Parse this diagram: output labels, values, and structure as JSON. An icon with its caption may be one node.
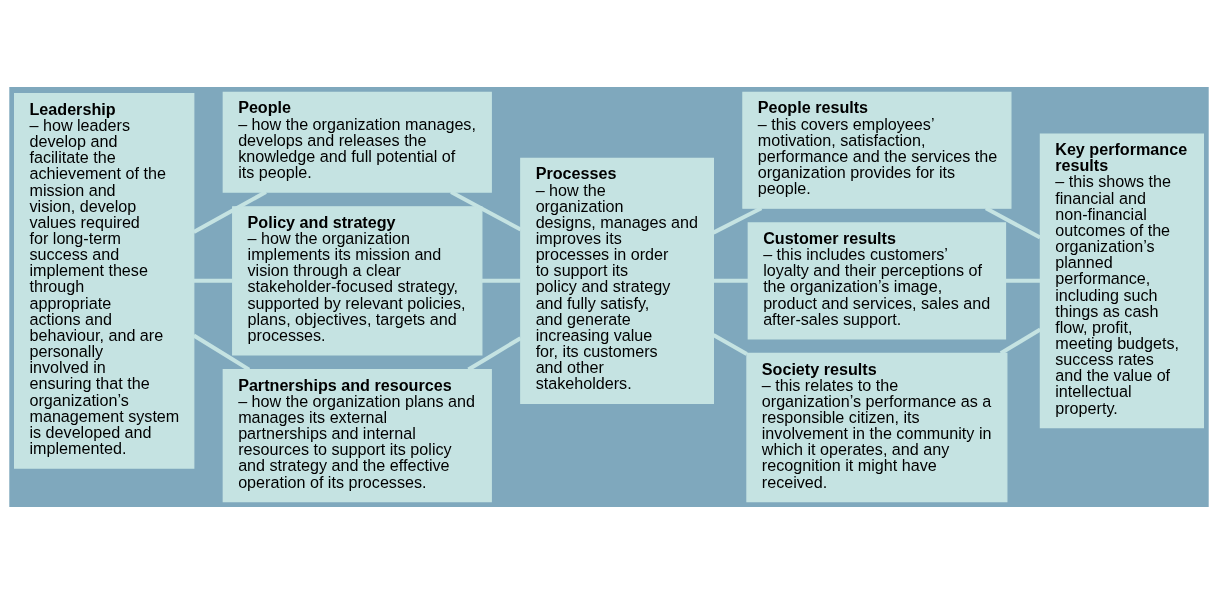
{
  "diagram": {
    "nodes": [
      {
        "text": [
          "Leadership",
          "– how leaders develop and facilitate the achievement of the mission and vision, develop values required for long-term success and implement these through appropriate actions and behaviour, and are personally involved in ensuring that the organization’s management system is developed and implemented."
        ]
      },
      {
        "text": [
          "People",
          "– how the organization manages, develops and releases the knowledge and full potential of its people."
        ]
      },
      {
        "text": [
          "Policy and strategy",
          "– how the organization implements its mission and vision through a clear stakeholder-focused strategy, supported by relevant policies, plans, objectives, targets and processes."
        ]
      },
      {
        "text": [
          "Partnerships and resources",
          "– how the organization plans and manages its external partnerships and internal resources to support its policy and strategy and the effective operation of its processes."
        ]
      },
      {
        "text": [
          "Processes",
          "– how the organization designs, manages and improves its processes in order to support its policy and strategy and fully satisfy, and generate increasing value for, its customers and other stakeholders."
        ]
      },
      {
        "text": [
          "People results",
          "– this covers employees’ motivation, satisfaction, performance and the services the organization provides for its people."
        ]
      },
      {
        "text": [
          "Customer results",
          "– this includes customers’ loyalty and their perceptions of the organization’s image, product and services, sales and after-sales support."
        ]
      },
      {
        "text": [
          "Society results",
          "– this relates to the organization’s performance as a responsible citizen, its involvement in the community in which it operates, and any recognition it might have received."
        ]
      },
      {
        "text": [
          "Key performance results",
          "– this shows the financial and non-financial outcomes of the organization’s planned performance, including such things as cash flow, profit, meeting budgets, success rates and the value of intellectual property."
        ]
      }
    ],
    "edges": [
      {
        "from": 0,
        "to": 1,
        "arrow": "none"
      },
      {
        "from": 0,
        "to": 2,
        "arrow": "none"
      },
      {
        "from": 0,
        "to": 3,
        "arrow": "none"
      },
      {
        "from": 1,
        "to": 4,
        "arrow": "none"
      },
      {
        "from": 2,
        "to": 4,
        "arrow": "none"
      },
      {
        "from": 3,
        "to": 4,
        "arrow": "none"
      },
      {
        "from": 4,
        "to": 5,
        "arrow": "none"
      },
      {
        "from": 4,
        "to": 6,
        "arrow": "none"
      },
      {
        "from": 4,
        "to": 7,
        "arrow": "none"
      },
      {
        "from": 5,
        "to": 8,
        "arrow": "none"
      },
      {
        "from": 6,
        "to": 8,
        "arrow": "none"
      },
      {
        "from": 7,
        "to": 8,
        "arrow": "none"
      }
    ]
  }
}
